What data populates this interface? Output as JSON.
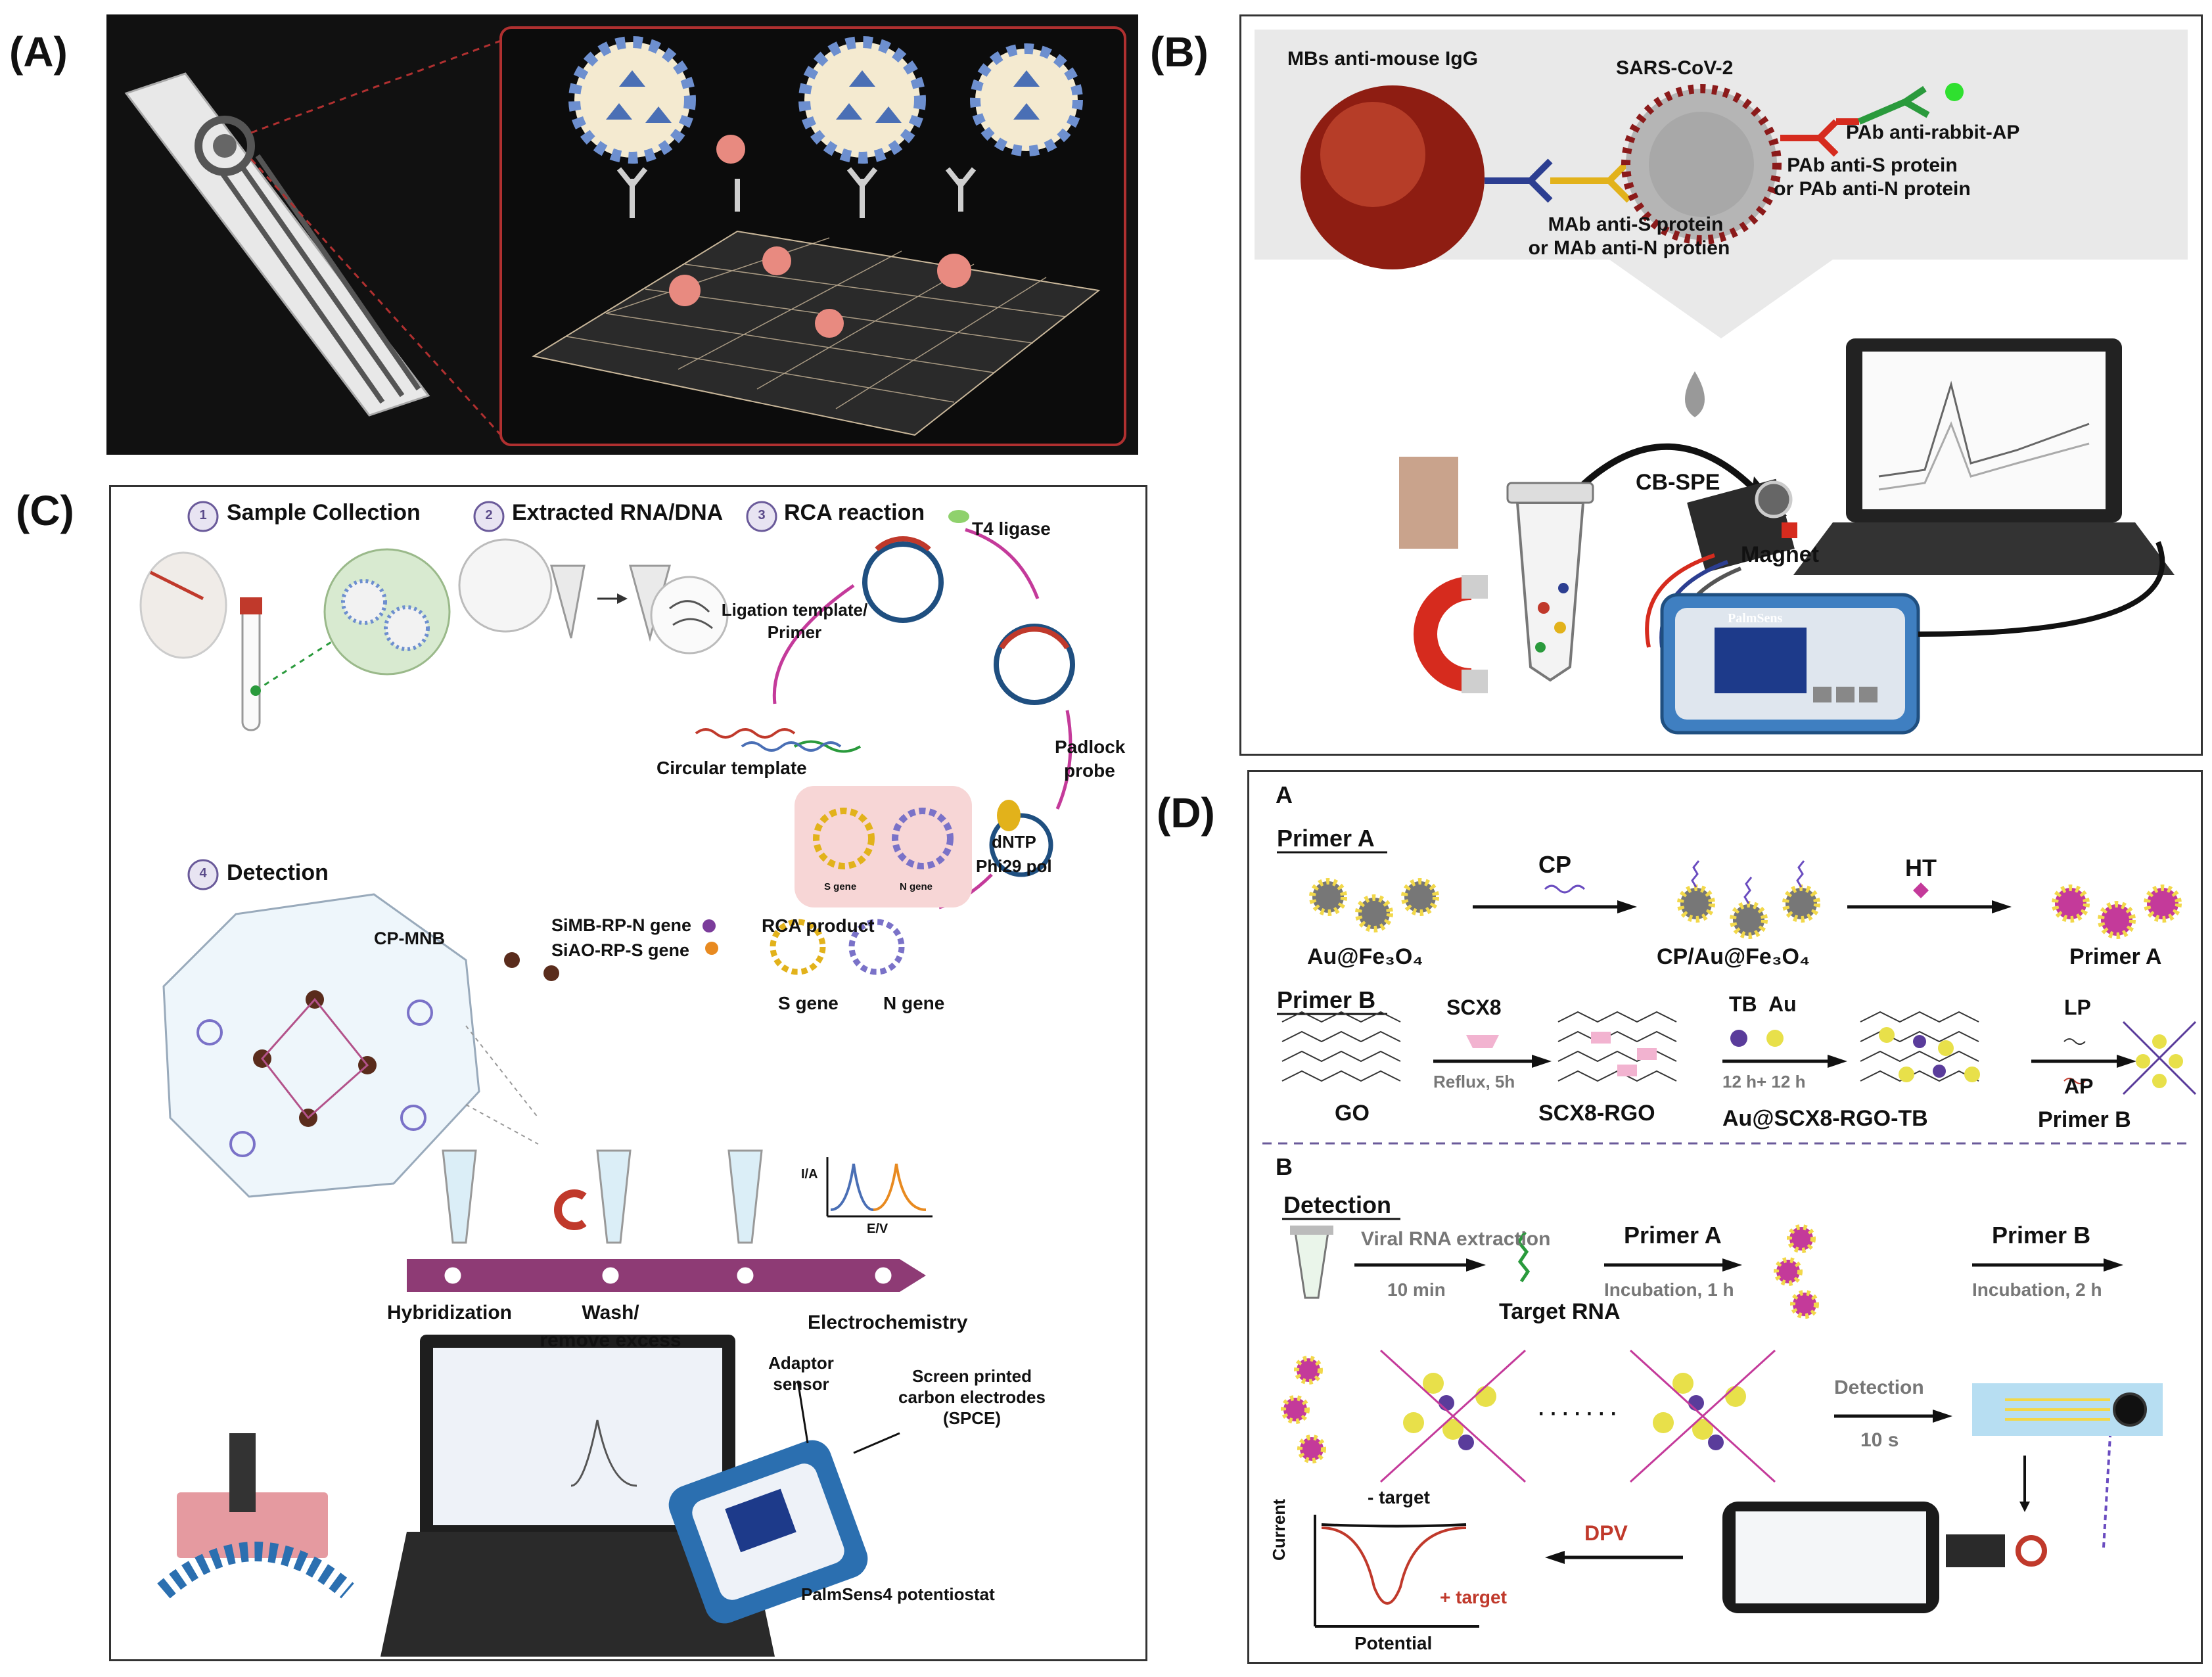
{
  "panels": {
    "a": {
      "label": "(A)"
    },
    "b": {
      "label": "(B)"
    },
    "c": {
      "label": "(C)"
    },
    "d": {
      "label": "(D)"
    }
  },
  "panel_b": {
    "mbs": "MBs anti-mouse IgG",
    "sars": "SARS-CoV-2",
    "pab_ap": "PAb anti-rabbit-AP",
    "pab_s": "PAb anti-S protein",
    "pab_n": "or PAb anti-N protein",
    "mab_s": "MAb anti-S protein",
    "mab_n": "or MAb anti-N protien",
    "cbspe": "CB-SPE",
    "magnet": "Magnet",
    "device_brand": "PalmSens"
  },
  "panel_c": {
    "step1": "Sample Collection",
    "step2": "Extracted RNA/DNA",
    "step3": "RCA reaction",
    "step4": "Detection",
    "n1": "1",
    "n2": "2",
    "n3": "3",
    "n4": "4",
    "t4": "T4 ligase",
    "ligation1": "Ligation template/",
    "ligation2": "Primer",
    "padlock1": "Padlock",
    "padlock2": "probe",
    "circular": "Circular template",
    "sgene_small": "S gene",
    "ngene_small": "N gene",
    "dntp": "dNTP",
    "phi29": "Phi29 pol",
    "cpmnb": "CP-MNB",
    "simb": "SiMB-RP-N gene",
    "siao": "SiAO-RP-S gene",
    "rca_product": "RCA product",
    "s_gene": "S gene",
    "n_gene": "N gene",
    "ia": "I/A",
    "ev": "E/V",
    "hyb": "Hybridization",
    "wash1": "Wash/",
    "wash2": "remove excess",
    "echem": "Electrochemistry",
    "adaptor1": "Adaptor",
    "adaptor2": "sensor",
    "spce1": "Screen printed",
    "spce2": "carbon electrodes",
    "spce3": "(SPCE)",
    "palmsens4": "PalmSens4 potentiostat"
  },
  "panel_d": {
    "sec_a": "A",
    "sec_b": "B",
    "primer_a_title": "Primer A",
    "cp": "CP",
    "ht": "HT",
    "au_fe": "Au@Fe₃O₄",
    "cp_au_fe": "CP/Au@Fe₃O₄",
    "primer_a": "Primer A",
    "primer_b_title": "Primer B",
    "scx8": "SCX8",
    "reflux": "Reflux, 5h",
    "tb": "TB",
    "au": "Au",
    "time12": "12 h+ 12 h",
    "lp": "LP",
    "ap": "AP",
    "go": "GO",
    "scx8rgo": "SCX8-RGO",
    "auscx": "Au@SCX8-RGO-TB",
    "primer_b": "Primer B",
    "detection_title": "Detection",
    "viral": "Viral RNA extraction",
    "ten_min": "10 min",
    "target_rna": "Target RNA",
    "primer_a2": "Primer A",
    "incub1": "Incubation, 1 h",
    "primer_b2": "Primer B",
    "incub2": "Incubation, 2 h",
    "dots": "· · · · · · ·",
    "detection2": "Detection",
    "ten_s": "10 s",
    "dpv": "DPV",
    "minus_target": "- target",
    "plus_target": "+ target",
    "current": "Current",
    "potential": "Potential"
  },
  "colors": {
    "dark_bg": "#111111",
    "virus_blue": "#4a6fb5",
    "red_accent": "#c0392b",
    "purple_arrow": "#8e3b75",
    "device_blue": "#2b6fb0"
  }
}
